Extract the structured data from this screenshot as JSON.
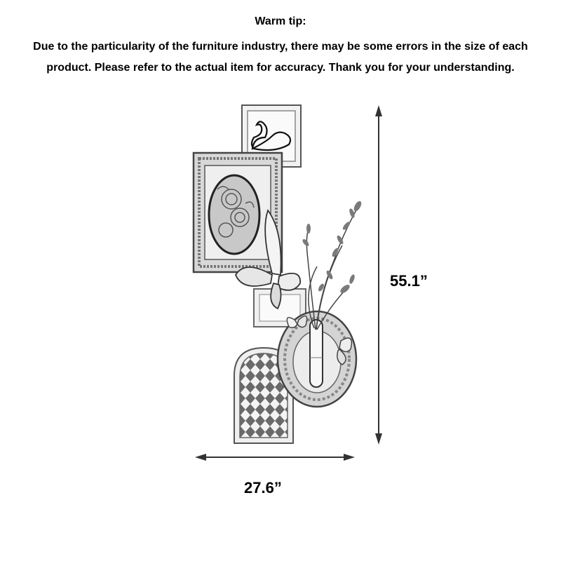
{
  "tip": {
    "heading": "Warm tip:",
    "line1": "Due to the particularity of the furniture industry, there may be some errors in the size of each",
    "line2": "product. Please refer to the actual item for accuracy. Thank you for your understanding."
  },
  "dimensions": {
    "height_label": "55.1”",
    "width_label": "27.6”"
  },
  "colors": {
    "text": "#000000",
    "sketch_line": "#555555",
    "arrow": "#333333",
    "background": "#ffffff"
  }
}
